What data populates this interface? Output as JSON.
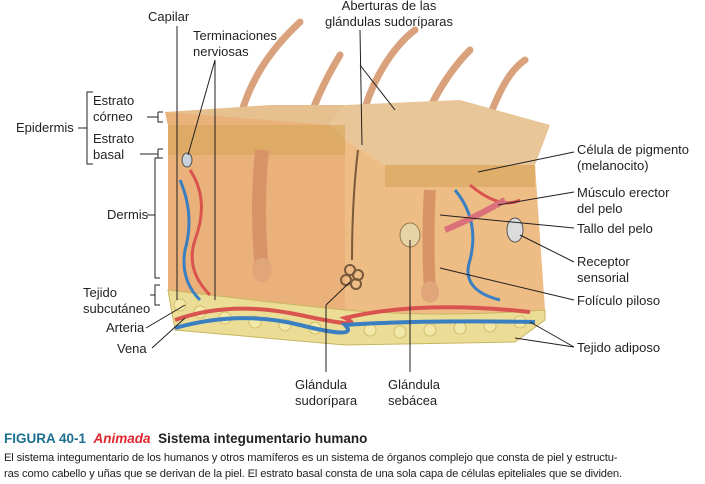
{
  "labels": {
    "capilar": "Capilar",
    "terminaciones_1": "Terminaciones",
    "terminaciones_2": "nerviosas",
    "aberturas_1": "Aberturas de las",
    "aberturas_2": "glándulas sudoríparas",
    "epidermis": "Epidermis",
    "estrato_corneo_1": "Estrato",
    "estrato_corneo_2": "córneo",
    "estrato_basal_1": "Estrato",
    "estrato_basal_2": "basal",
    "dermis": "Dermis",
    "tejido_subcutaneo_1": "Tejido",
    "tejido_subcutaneo_2": "subcutáneo",
    "arteria": "Arteria",
    "vena": "Vena",
    "glandula_sudoripara_1": "Glándula",
    "glandula_sudoripara_2": "sudorípara",
    "glandula_sebacea_1": "Glándula",
    "glandula_sebacea_2": "sebácea",
    "celula_pigmento_1": "Célula de pigmento",
    "celula_pigmento_2": "(melanocito)",
    "musculo_1": "Músculo erector",
    "musculo_2": "del pelo",
    "tallo": "Tallo del pelo",
    "receptor_1": "Receptor",
    "receptor_2": "sensorial",
    "foliculo": "Folículo piloso",
    "tejido_adiposo": "Tejido adiposo"
  },
  "caption": {
    "figure_number": "FIGURA 40-1",
    "animated": "Animada",
    "title": "Sistema integumentario humano",
    "body_line_1": "El sistema integumentario de los humanos y otros mamíferos es un sistema de órganos complejo que consta de piel y estructu-",
    "body_line_2": "ras como cabello y uñas que se derivan de la piel. El estrato basal consta de una sola capa de células epiteliales que se dividen."
  },
  "colors": {
    "figure_number": "#1d6f8f",
    "animated": "#e0262c",
    "skin": "#e8b783",
    "dermis": "#f0c28a",
    "fat": "#ecdf9a",
    "artery": "#d9534f",
    "vein": "#3a7fc1"
  }
}
